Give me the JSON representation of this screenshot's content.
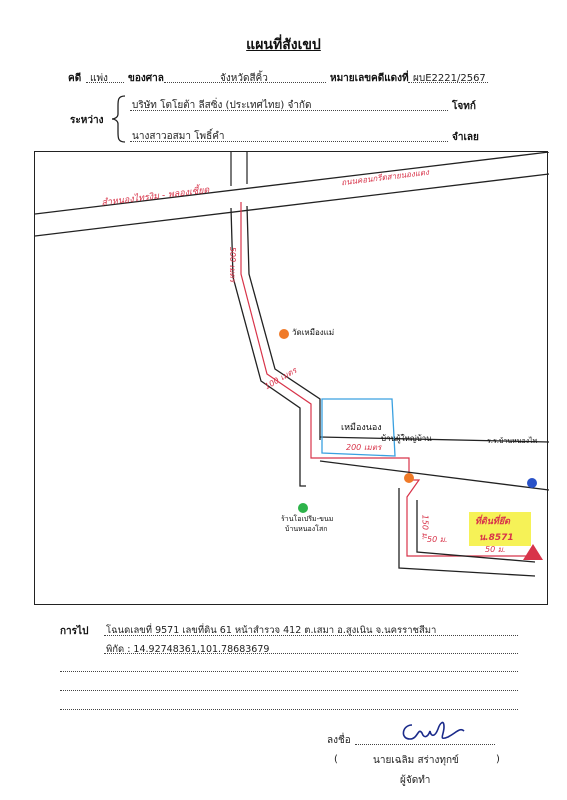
{
  "title": "แผนที่สังเขป",
  "case": {
    "case_label": "คดี",
    "case_type": "แพ่ง",
    "court_label": "ของศาล",
    "court_name": "จังหวัดสีคิ้ว",
    "black_no_label": "หมายเลขคดีแดงที่",
    "black_no": "ผบE2221/2567"
  },
  "parties": {
    "between_label": "ระหว่าง",
    "plaintiff_name": "บริษัท โตโยต้า ลีสซิ่ง (ประเทศไทย) จำกัด",
    "plaintiff_role": "โจทก์",
    "defendant_name": "นางสาวอสมา โพธิ์คำ",
    "defendant_role": "จำเลย"
  },
  "map": {
    "road_main": "สำหนองไทรงิม - พลองเซี้ยด",
    "road_top": "ถนนคอนกรีตสายนองแดง",
    "temple": "วัดเหมืองแม่",
    "dist_1": "500 เมตร",
    "dist_2": "100 เมตร",
    "pond": "เหมืองนอง",
    "village_head": "บ้านผู้ใหญ่บ้าน",
    "dist_3": "200 เมตร",
    "school": "ร.ร.บ้านหนองไพ",
    "shop_line1": "ร้านโอเปรีม-ขนม",
    "shop_line2": "บ้านหนองโสก",
    "dist_4": "150 ม.",
    "dist_5": "50 ม.",
    "dist_6": "50 ม.",
    "land_line1": "ที่ดินที่ยึด",
    "land_line2": "น.8571",
    "colors": {
      "road": "#d8344a",
      "orange": "#f07a28",
      "green": "#2db34a",
      "blue": "#2952c8",
      "pond": "#3aa0e0",
      "highlight": "#f4f03a"
    }
  },
  "route": {
    "label": "การไป",
    "line1": "โฉนดเลขที่ 9571 เลขที่ดิน 61 หน้าสำรวจ 412 ต.เสมา อ.สูงเนิน จ.นครราชสีมา",
    "line2": "พิกัด : 14.92748361,101.78683679"
  },
  "signature": {
    "sign_label": "ลงชื่อ",
    "name": "นายเฉลิม สร่างทุกข์",
    "paren_open": "(",
    "paren_close": ")",
    "role": "ผู้จัดทำ"
  }
}
